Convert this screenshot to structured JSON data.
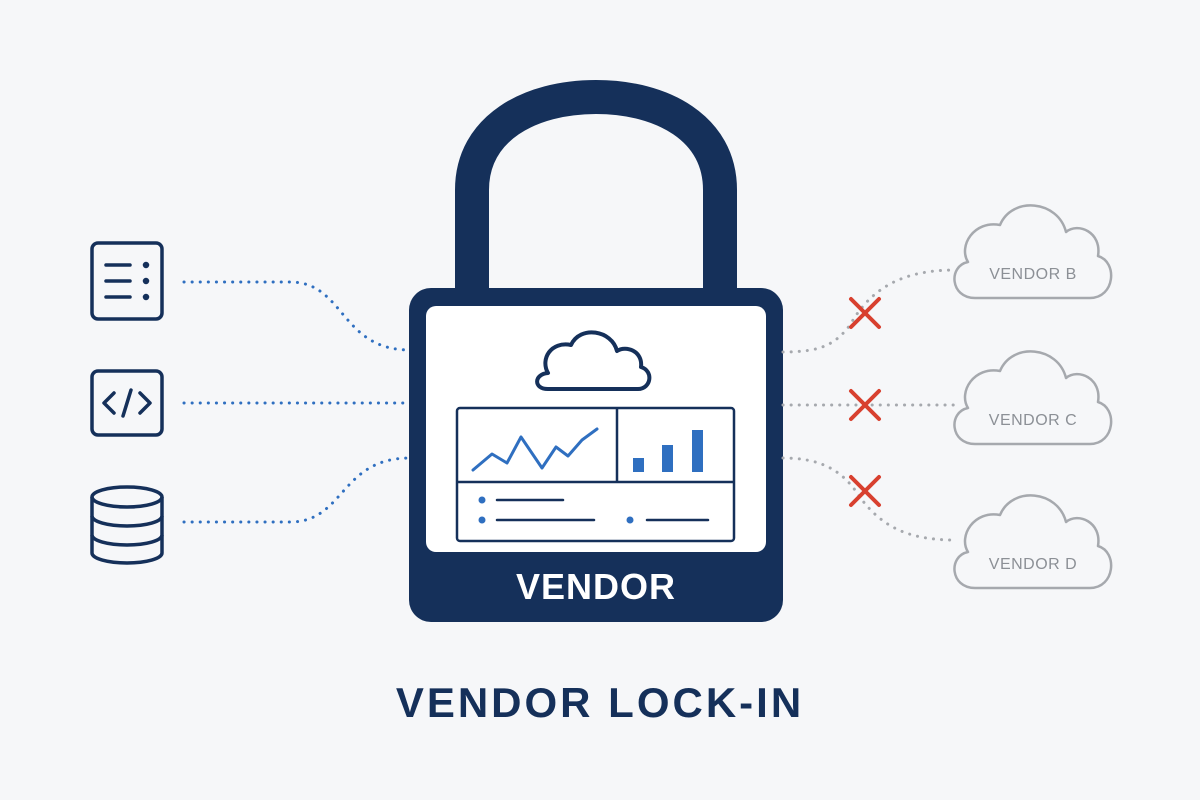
{
  "diagram": {
    "title": "VENDOR LOCK-IN",
    "lock_label": "VENDOR",
    "sources": [
      {
        "name": "server-list",
        "icon": "server-list-icon"
      },
      {
        "name": "code",
        "icon": "code-brackets-icon"
      },
      {
        "name": "database",
        "icon": "database-icon"
      }
    ],
    "alternatives": [
      {
        "label": "VENDOR B",
        "status": "blocked"
      },
      {
        "label": "VENDOR C",
        "status": "blocked"
      },
      {
        "label": "VENDOR D",
        "status": "blocked"
      }
    ]
  },
  "colors": {
    "navy": "#15305a",
    "blue": "#2f6fc0",
    "gray": "#a6a9ae",
    "gray_text": "#8c9096",
    "red": "#d8402f",
    "background": "#f6f7f9",
    "panel": "#ffffff"
  }
}
